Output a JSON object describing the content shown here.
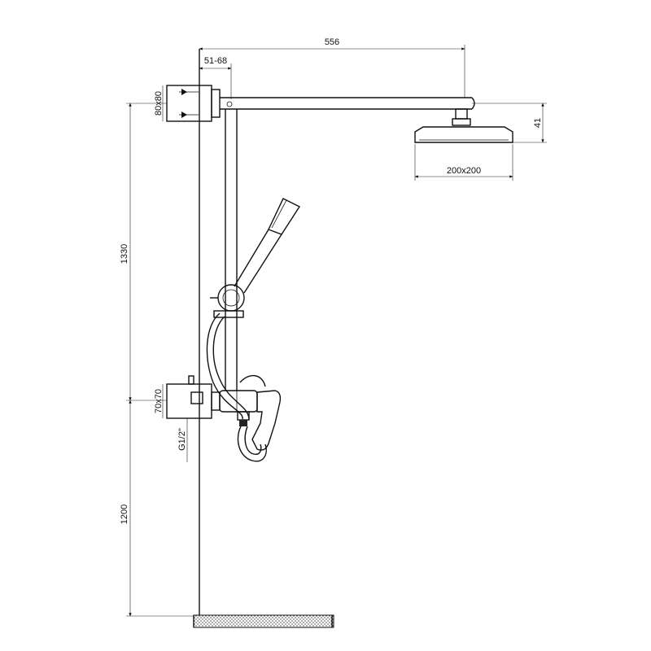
{
  "dimensions": {
    "arm_length": "556",
    "wall_offset": "51-68",
    "top_bracket": "80x80",
    "head_drop": "41",
    "head_size": "200x200",
    "total_height": "1330",
    "mixer_plate": "70x70",
    "thread": "G1/2\"",
    "mixer_height": "1200"
  }
}
